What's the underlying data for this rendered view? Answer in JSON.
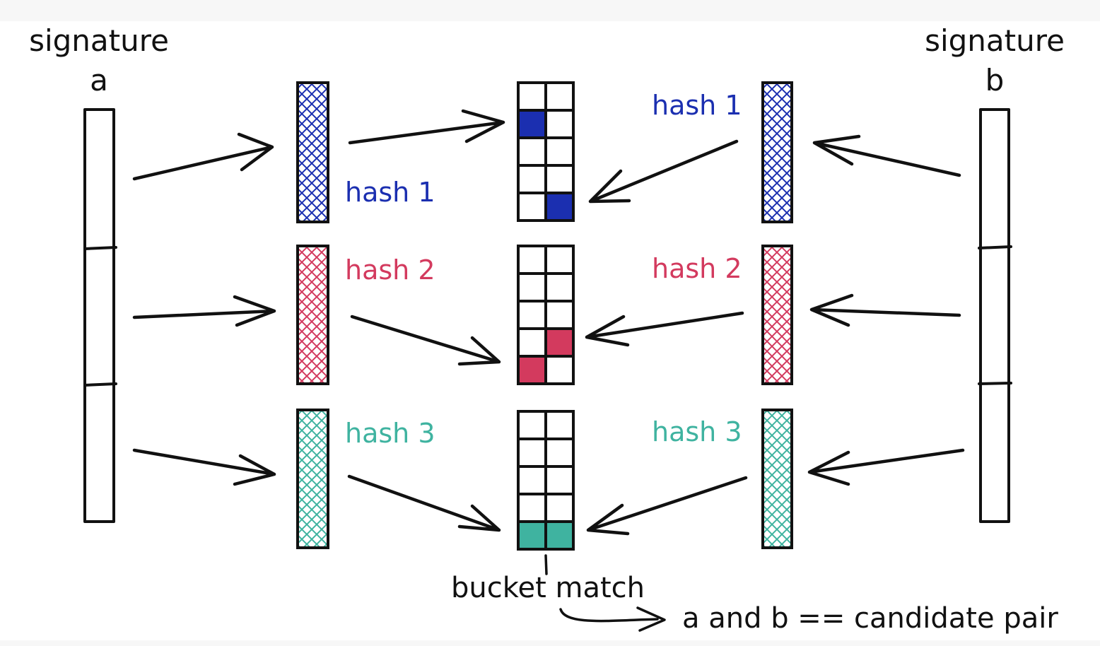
{
  "colors": {
    "hash1": "#1b2fb0",
    "hash2": "#d33a5e",
    "hash3": "#3fb3a0",
    "ink": "#111111"
  },
  "signature_a": {
    "title": "signature",
    "letter": "a"
  },
  "signature_b": {
    "title": "signature",
    "letter": "b"
  },
  "hashes": [
    {
      "label": "hash 1",
      "color_key": "hash1",
      "filled_cells": [
        [
          1,
          0
        ],
        [
          4,
          1
        ]
      ]
    },
    {
      "label": "hash 2",
      "color_key": "hash2",
      "filled_cells": [
        [
          3,
          1
        ],
        [
          4,
          0
        ]
      ]
    },
    {
      "label": "hash 3",
      "color_key": "hash3",
      "filled_cells": [
        [
          4,
          0
        ],
        [
          4,
          1
        ]
      ]
    }
  ],
  "bucket_match_label": "bucket match",
  "result_label": "a and b == candidate pair"
}
